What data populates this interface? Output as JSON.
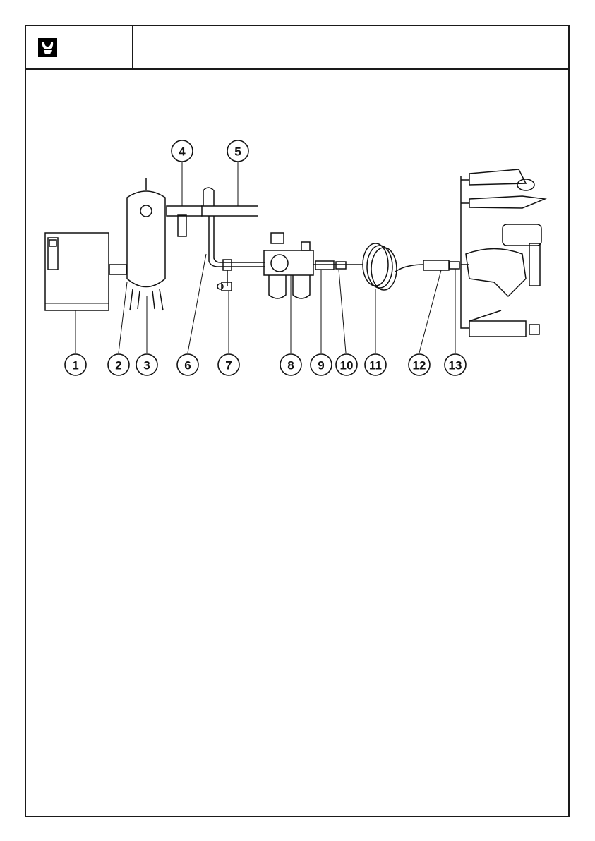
{
  "header": {
    "icon": "wrench-icon"
  },
  "diagram": {
    "callouts": [
      {
        "label": "1",
        "part": "compressor"
      },
      {
        "label": "2",
        "part": "air-tank"
      },
      {
        "label": "3",
        "part": "tank-drain"
      },
      {
        "label": "4",
        "part": "outlet-filter"
      },
      {
        "label": "5",
        "part": "main-line"
      },
      {
        "label": "6",
        "part": "drop-line"
      },
      {
        "label": "7",
        "part": "drain-valve"
      },
      {
        "label": "8",
        "part": "filter-regulator-lubricator"
      },
      {
        "label": "9",
        "part": "coupler"
      },
      {
        "label": "10",
        "part": "nipple"
      },
      {
        "label": "11",
        "part": "coil-hose"
      },
      {
        "label": "12",
        "part": "coupler"
      },
      {
        "label": "13",
        "part": "nipple"
      }
    ]
  }
}
